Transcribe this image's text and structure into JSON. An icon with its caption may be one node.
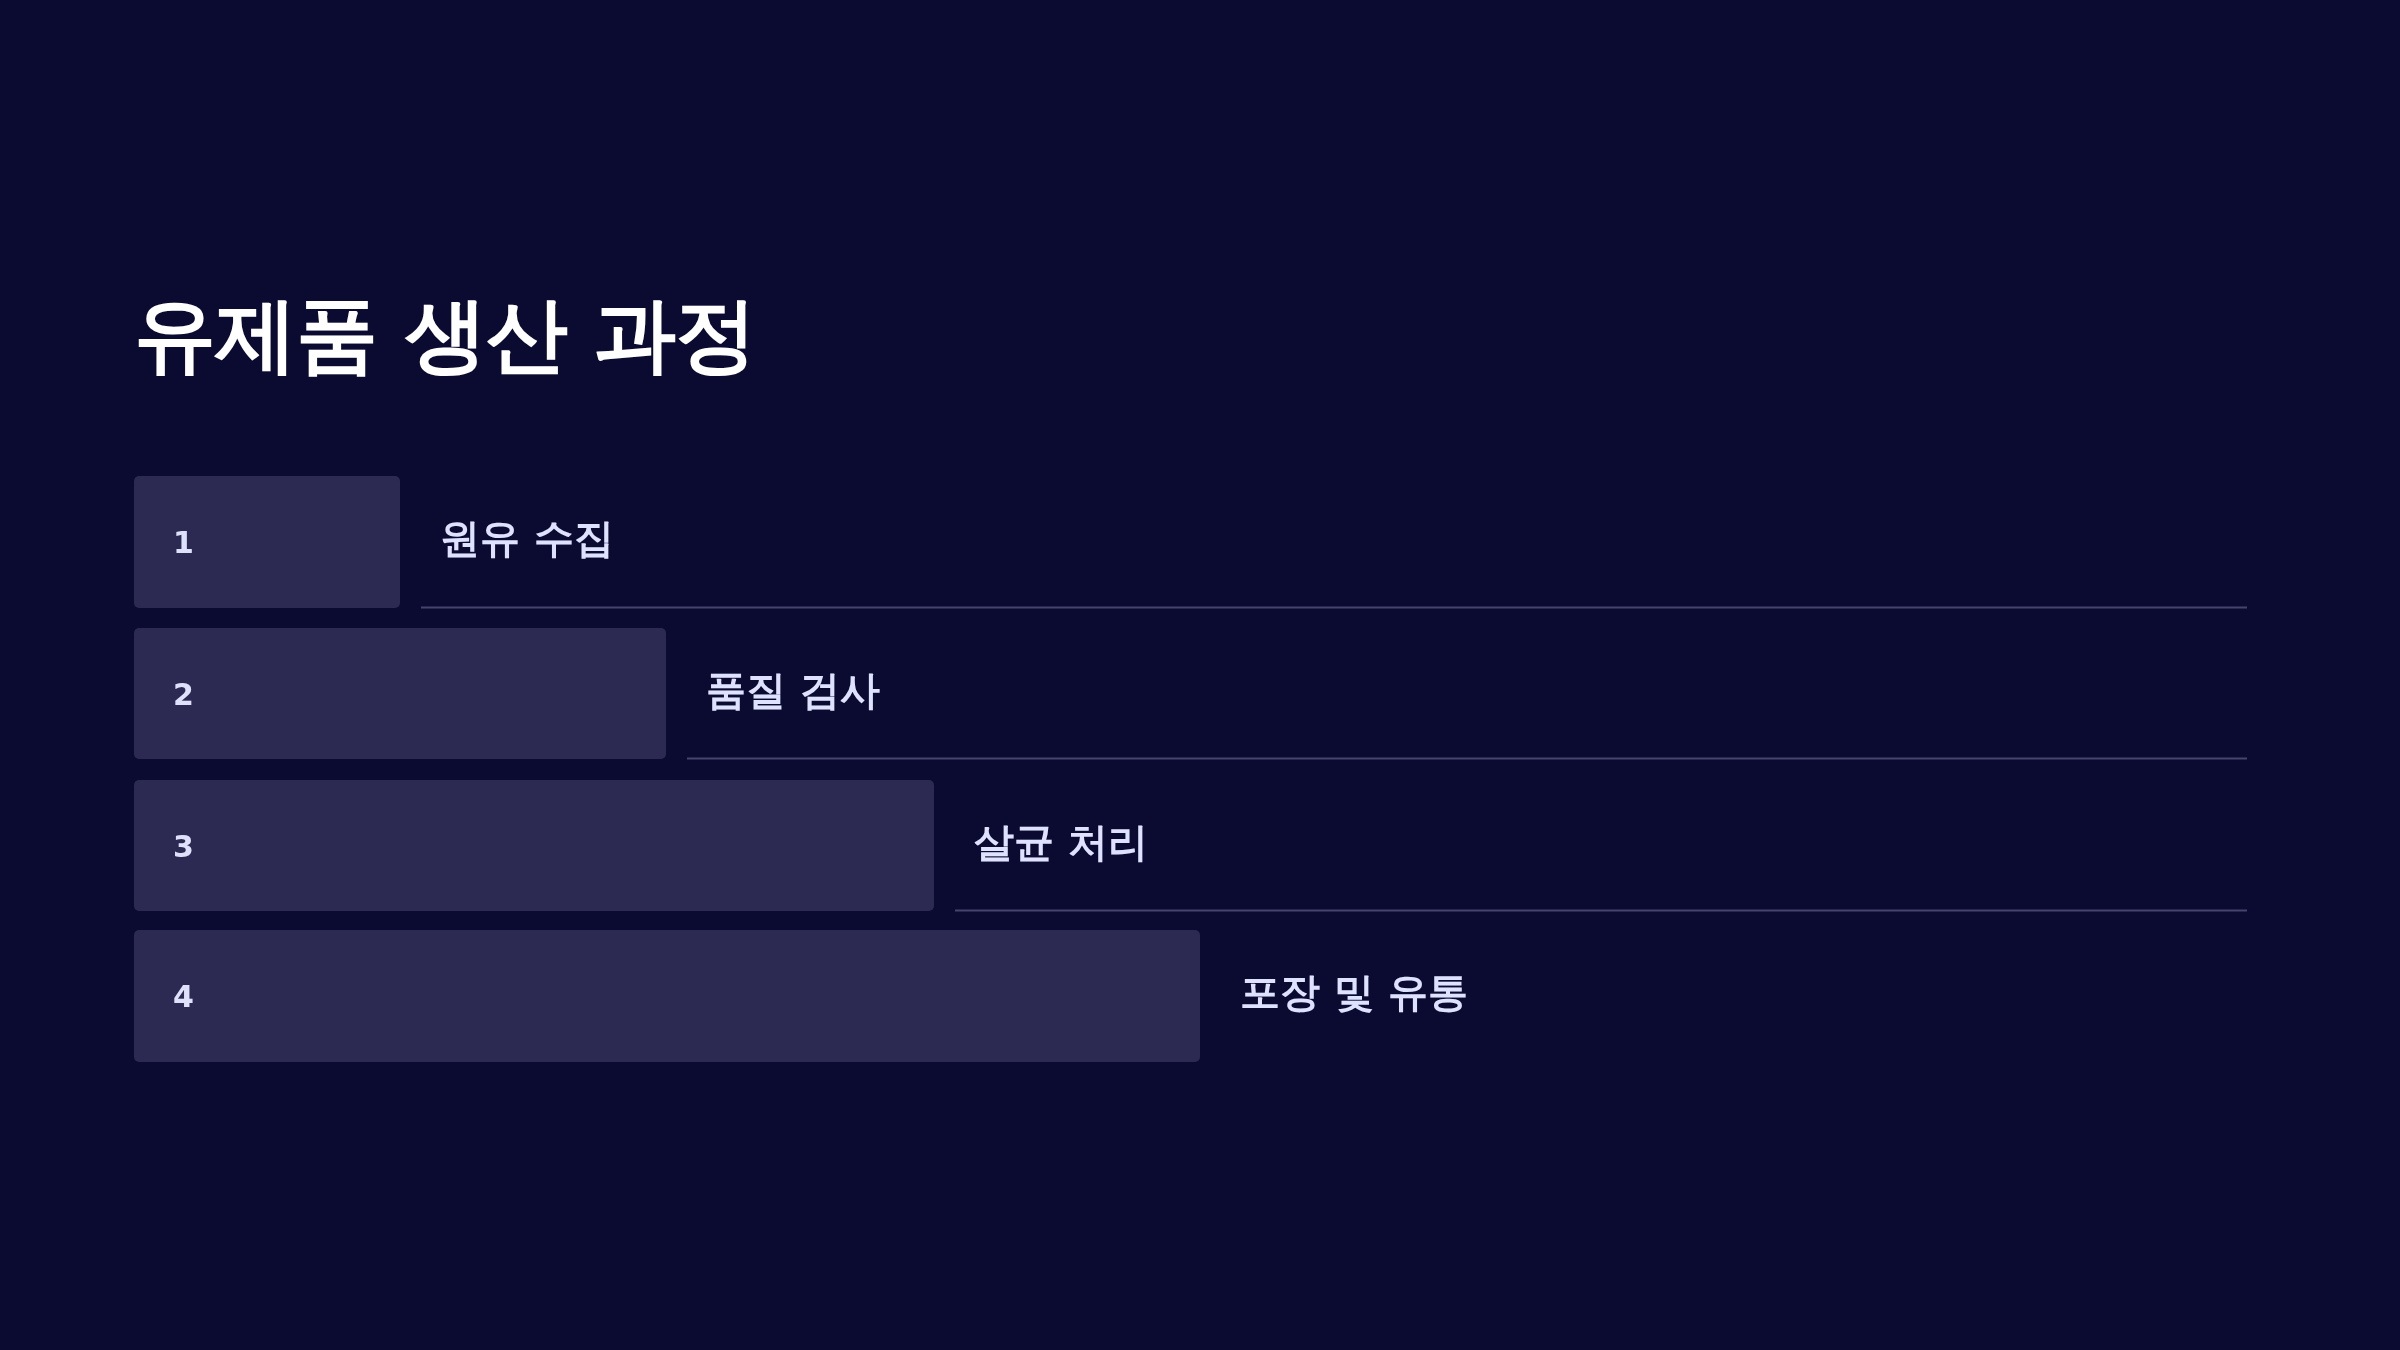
{
  "diagram": {
    "title": "유제품 생산 과정",
    "nodes": [
      {
        "text": [
          "1"
        ],
        "beside": [
          "원유 수집"
        ]
      },
      {
        "text": [
          "2"
        ],
        "beside": [
          "품질 검사"
        ]
      },
      {
        "text": [
          "3"
        ],
        "beside": [
          "살균 처리"
        ]
      },
      {
        "text": [
          "4"
        ],
        "beside": [
          "포장 및 유통"
        ]
      }
    ]
  }
}
